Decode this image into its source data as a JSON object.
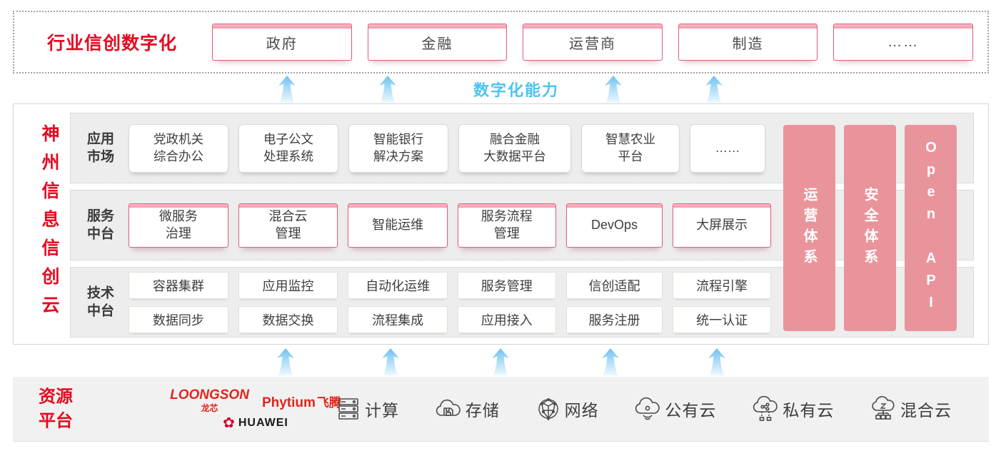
{
  "colors": {
    "brand_red": "#e50a21",
    "pillar_pink": "#e9949b",
    "box_strip_pink": "#f19cae",
    "box_border_pink": "#e2607a",
    "capability_blue": "#4ec3f0",
    "band_gray": "#ededed",
    "bottom_gray": "#f1f1f1"
  },
  "top_banner": {
    "title": "行业信创数字化",
    "industries": [
      {
        "label": "政府"
      },
      {
        "label": "金融"
      },
      {
        "label": "运营商"
      },
      {
        "label": "制造"
      },
      {
        "label": "……"
      }
    ]
  },
  "capability_label": "数字化能力",
  "platform": {
    "title": "神州信息信创云",
    "app_band": {
      "label_l1": "应用",
      "label_l2": "市场",
      "boxes": [
        {
          "l1": "党政机关",
          "l2": "综合办公"
        },
        {
          "l1": "电子公文",
          "l2": "处理系统"
        },
        {
          "l1": "智能银行",
          "l2": "解决方案"
        },
        {
          "l1": "融合金融",
          "l2": "大数据平台"
        },
        {
          "l1": "智慧农业",
          "l2": "平台"
        },
        {
          "l1": "……",
          "l2": ""
        }
      ]
    },
    "service_band": {
      "label_l1": "服务",
      "label_l2": "中台",
      "boxes": [
        {
          "l1": "微服务",
          "l2": "治理"
        },
        {
          "l1": "混合云",
          "l2": "管理"
        },
        {
          "l1": "智能运维",
          "l2": ""
        },
        {
          "l1": "服务流程",
          "l2": "管理"
        },
        {
          "l1": "DevOps",
          "l2": ""
        },
        {
          "l1": "大屏展示",
          "l2": ""
        }
      ]
    },
    "tech_band": {
      "label_l1": "技术",
      "label_l2": "中台",
      "row_top": [
        "容器集群",
        "应用监控",
        "自动化运维",
        "服务管理",
        "信创适配",
        "流程引擎"
      ],
      "row_bottom": [
        "数据同步",
        "数据交换",
        "流程集成",
        "应用接入",
        "服务注册",
        "统一认证"
      ]
    },
    "pillars": [
      {
        "label": "运营体系"
      },
      {
        "label": "安全体系"
      },
      {
        "label": "Open API"
      }
    ]
  },
  "resources": {
    "title_l1": "资源",
    "title_l2": "平台",
    "vendors": {
      "loongson": "LOONGSON",
      "loongson_cn": "龙芯",
      "phytium": "Phytium",
      "phytium_cn": "飞腾",
      "huawei": "HUAWEI"
    },
    "items": [
      {
        "label": "计算"
      },
      {
        "label": "存储"
      },
      {
        "label": "网络"
      },
      {
        "label": "公有云"
      },
      {
        "label": "私有云"
      },
      {
        "label": "混合云"
      }
    ]
  }
}
